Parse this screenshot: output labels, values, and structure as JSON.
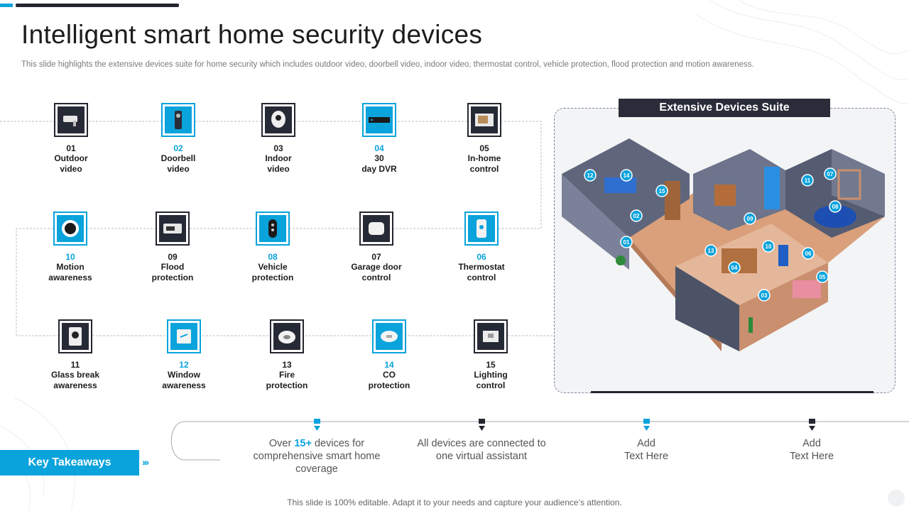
{
  "header": {
    "title": "Intelligent smart home security devices",
    "subtitle": "This slide highlights the extensive devices suite for home security which includes outdoor video, doorbell video, indoor video, thermostat control, vehicle protection, flood protection and motion awareness."
  },
  "devices": [
    {
      "num": "01",
      "label": "Outdoor\nvideo",
      "icon": "cctv-camera-icon",
      "accent": false
    },
    {
      "num": "02",
      "label": "Doorbell\nvideo",
      "icon": "doorbell-icon",
      "accent": true
    },
    {
      "num": "03",
      "label": "Indoor\nvideo",
      "icon": "indoor-camera-icon",
      "accent": false
    },
    {
      "num": "04",
      "label": "30\nday DVR",
      "icon": "dvr-icon",
      "accent": true
    },
    {
      "num": "05",
      "label": "In-home\ncontrol",
      "icon": "control-panel-icon",
      "accent": false
    },
    {
      "num": "10",
      "label": "Motion\nawareness",
      "icon": "motion-sensor-icon",
      "accent": true
    },
    {
      "num": "09",
      "label": "Flood\nprotection",
      "icon": "flood-sensor-icon",
      "accent": false
    },
    {
      "num": "08",
      "label": "Vehicle\nprotection",
      "icon": "car-key-fob-icon",
      "accent": true
    },
    {
      "num": "07",
      "label": "Garage door\ncontrol",
      "icon": "garage-opener-icon",
      "accent": false
    },
    {
      "num": "06",
      "label": "Thermostat\ncontrol",
      "icon": "thermostat-icon",
      "accent": true
    },
    {
      "num": "11",
      "label": "Glass break\nawareness",
      "icon": "glass-break-sensor-icon",
      "accent": false
    },
    {
      "num": "12",
      "label": "Window\nawareness",
      "icon": "window-sensor-icon",
      "accent": true
    },
    {
      "num": "13",
      "label": "Fire\nprotection",
      "icon": "smoke-detector-icon",
      "accent": false
    },
    {
      "num": "14",
      "label": "CO\nprotection",
      "icon": "co-detector-icon",
      "accent": true
    },
    {
      "num": "15",
      "label": "Lighting\ncontrol",
      "icon": "light-switch-icon",
      "accent": false
    }
  ],
  "suite": {
    "title": "Extensive Devices Suite",
    "markers": [
      "01",
      "02",
      "03",
      "04",
      "05",
      "06",
      "07",
      "08",
      "09",
      "10",
      "11",
      "12",
      "13",
      "14",
      "15"
    ]
  },
  "takeaways": {
    "label": "Key Takeaways",
    "items": [
      {
        "prefix": "Over ",
        "highlight": "15+",
        "suffix": " devices for comprehensive smart home coverage"
      },
      {
        "prefix": "All devices are connected to one virtual assistant",
        "highlight": "",
        "suffix": ""
      },
      {
        "prefix": "Add\nText Here",
        "highlight": "",
        "suffix": ""
      },
      {
        "prefix": "Add\nText Here",
        "highlight": "",
        "suffix": ""
      }
    ]
  },
  "footer": "This slide is 100% editable. Adapt it to your needs and capture your audience’s attention.",
  "colors": {
    "accent": "#0aa3dc",
    "dark": "#23262f"
  }
}
